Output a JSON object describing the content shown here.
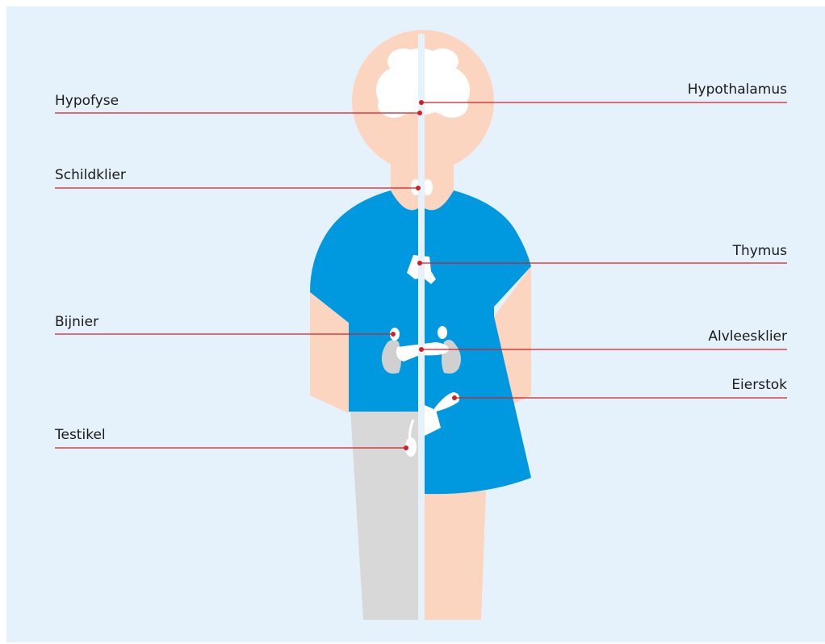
{
  "colors": {
    "background": "#e6f2fb",
    "skin": "#fcd5c0",
    "shirt": "#0099e0",
    "trousers": "#d8d8d8",
    "organ": "#ffffff",
    "kidney": "#d0d0d0",
    "pointer": "#d21f26"
  },
  "labels": {
    "left": [
      "Hypofyse",
      "Schildklier",
      "Bijnier",
      "Testikel"
    ],
    "right": [
      "Hypothalamus",
      "Thymus",
      "Alvleesklier",
      "Eierstok"
    ]
  }
}
